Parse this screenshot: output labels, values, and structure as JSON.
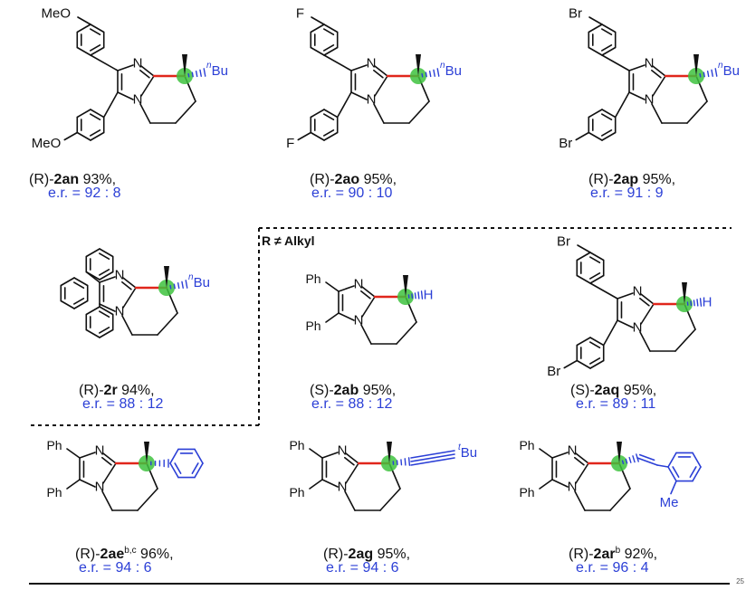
{
  "section_label": "R ≠ Alkyl",
  "corner_mark": "25",
  "atoms": {
    "N": "N",
    "nBu_prefix": "n",
    "nBu": "Bu",
    "tBu_prefix": "t",
    "tBu": "Bu",
    "H": "H",
    "Ph": "Ph",
    "Br": "Br",
    "F": "F",
    "MeO": "MeO",
    "Me": "Me"
  },
  "compounds": [
    {
      "id": "2an",
      "config": "(R)-",
      "sup": "",
      "yield": "93%,",
      "er": "e.r. = 92 : 8"
    },
    {
      "id": "2ao",
      "config": "(R)-",
      "sup": "",
      "yield": "95%,",
      "er": "e.r. = 90 : 10"
    },
    {
      "id": "2ap",
      "config": "(R)-",
      "sup": "",
      "yield": "95%,",
      "er": "e.r. = 91 : 9"
    },
    {
      "id": "2r",
      "config": "(R)-",
      "sup": "",
      "yield": "94%,",
      "er": "e.r. = 88 : 12"
    },
    {
      "id": "2ab",
      "config": "(S)-",
      "sup": "",
      "yield": "95%,",
      "er": "e.r. = 88 : 12"
    },
    {
      "id": "2aq",
      "config": "(S)-",
      "sup": "",
      "yield": "95%,",
      "er": "e.r. = 89 : 11"
    },
    {
      "id": "2ae",
      "config": "(R)-",
      "sup": "b,c",
      "yield": "96%,",
      "er": "e.r. = 94 : 6"
    },
    {
      "id": "2ag",
      "config": "(R)-",
      "sup": "",
      "yield": "95%,",
      "er": "e.r. = 94 : 6"
    },
    {
      "id": "2ar",
      "config": "(R)-",
      "sup": "b",
      "yield": "92%,",
      "er": "e.r. = 96 : 4"
    }
  ],
  "colors": {
    "ink": "#111111",
    "blue": "#2b3fd6",
    "red_bond": "#e0261b",
    "stereocenter": "#3ec23e"
  }
}
